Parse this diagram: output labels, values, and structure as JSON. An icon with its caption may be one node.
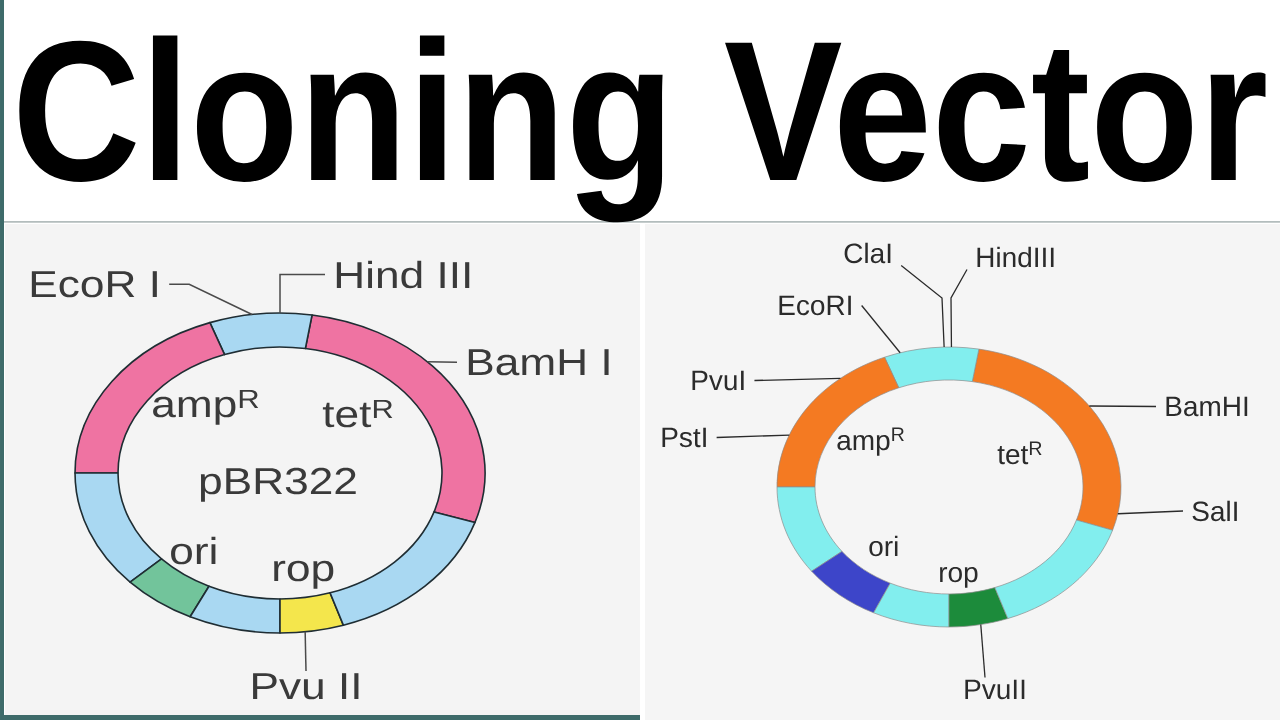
{
  "diagram": {
    "title": "Cloning Vector",
    "nodes": [
      {
        "text": [
          "amp$^{R}$",
          "tet$^{R}$",
          "pBR322",
          "ori",
          "rop"
        ]
      },
      {
        "text": [
          "EcoR I"
        ]
      },
      {
        "text": [
          "Hind III"
        ]
      },
      {
        "text": [
          "BamH I"
        ]
      },
      {
        "text": [
          "Pvu II"
        ]
      },
      {
        "text": [
          "amp$^{R}$",
          "tet$^{R}$",
          "ori",
          "rop"
        ]
      },
      {
        "text": [
          "ClaI"
        ]
      },
      {
        "text": [
          "HindIII"
        ]
      },
      {
        "text": [
          "EcoRI"
        ]
      },
      {
        "text": [
          "PvuI"
        ]
      },
      {
        "text": [
          "PstI"
        ]
      },
      {
        "text": [
          "BamHI"
        ]
      },
      {
        "text": [
          "SalI"
        ]
      },
      {
        "text": [
          "PvuII"
        ]
      }
    ],
    "edges": [
      {
        "from": 1,
        "to": 0,
        "arrow": "none"
      },
      {
        "from": 2,
        "to": 0,
        "arrow": "none"
      },
      {
        "from": 3,
        "to": 0,
        "arrow": "none"
      },
      {
        "from": 4,
        "to": 0,
        "arrow": "none"
      },
      {
        "from": 6,
        "to": 5,
        "arrow": "none"
      },
      {
        "from": 7,
        "to": 5,
        "arrow": "none"
      },
      {
        "from": 8,
        "to": 5,
        "arrow": "none"
      },
      {
        "from": 9,
        "to": 5,
        "arrow": "none"
      },
      {
        "from": 10,
        "to": 5,
        "arrow": "none"
      },
      {
        "from": 11,
        "to": 5,
        "arrow": "none"
      },
      {
        "from": 12,
        "to": 5,
        "arrow": "none"
      },
      {
        "from": 13,
        "to": 5,
        "arrow": "none"
      }
    ]
  }
}
